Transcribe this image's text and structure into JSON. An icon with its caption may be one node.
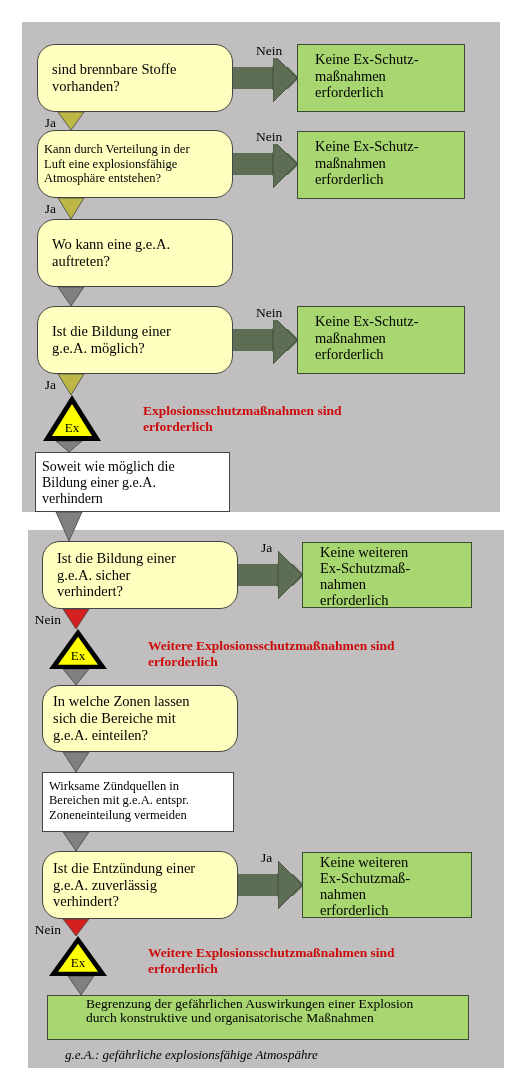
{
  "diagram": {
    "caption": "g.e.A.: gefährliche explosionsfähige Atmospähre",
    "nodes": [
      {
        "text": [
          "sind brennbare Stoffe vorhanden?"
        ]
      },
      {
        "text": [
          "Keine Ex-Schutz- maßnahmen erforderlich"
        ]
      },
      {
        "text": [
          "Kann durch Verteilung in der Luft eine explosionsfähige Atmosphäre entstehen?"
        ]
      },
      {
        "text": [
          "Keine Ex-Schutz- maßnahmen erforderlich"
        ]
      },
      {
        "text": [
          "Wo kann eine g.e.A. auftreten?"
        ]
      },
      {
        "text": [
          "Ist die Bildung einer g.e.A. möglich?"
        ]
      },
      {
        "text": [
          "Keine Ex-Schutz- maßnahmen erforderlich"
        ]
      },
      {
        "text": [
          "Ex"
        ]
      },
      {
        "text": [
          "Soweit wie möglich die Bildung einer g.e.A. verhindern"
        ]
      },
      {
        "text": [
          "Ist die Bildung einer g.e.A. sicher verhindert?"
        ]
      },
      {
        "text": [
          "Keine weiteren Ex-Schutzmaß- nahmen erforderlich"
        ]
      },
      {
        "text": [
          "Ex"
        ]
      },
      {
        "text": [
          "In welche Zonen lassen sich die Bereiche mit g.e.A. einteilen?"
        ]
      },
      {
        "text": [
          "Wirksame Zündquellen in Bereichen mit g.e.A. entspr. Zoneneinteilung vermeiden"
        ]
      },
      {
        "text": [
          "Ist die Entzündung einer g.e.A. zuverlässig verhindert?"
        ]
      },
      {
        "text": [
          "Keine weiteren Ex-Schutzmaß- nahmen erforderlich"
        ]
      },
      {
        "text": [
          "Ex"
        ]
      },
      {
        "text": [
          "Begrenzung der gefährlichen Auswirkungen einer Explosion durch konstruktive und organisatorische Maßnahmen"
        ]
      }
    ],
    "edges": [
      {
        "from": 0,
        "to": 1,
        "arrow": "to",
        "label": "Nein",
        "style": "thick",
        "color": "#5e6e55"
      },
      {
        "from": 0,
        "to": 2,
        "arrow": "to",
        "label": "Ja",
        "color": "#bdb845"
      },
      {
        "from": 2,
        "to": 3,
        "arrow": "to",
        "label": "Nein",
        "style": "thick",
        "color": "#5e6e55"
      },
      {
        "from": 2,
        "to": 4,
        "arrow": "to",
        "label": "Ja",
        "color": "#bdb845"
      },
      {
        "from": 4,
        "to": 5,
        "arrow": "to"
      },
      {
        "from": 5,
        "to": 6,
        "arrow": "to",
        "label": "Nein",
        "style": "thick",
        "color": "#5e6e55"
      },
      {
        "from": 5,
        "to": 7,
        "arrow": "to",
        "label": "Ja",
        "color": "#bdb845"
      },
      {
        "from": 7,
        "to": 8,
        "arrow": "to"
      },
      {
        "from": 8,
        "to": 9,
        "arrow": "to"
      },
      {
        "from": 9,
        "to": 10,
        "arrow": "to",
        "label": "Ja",
        "style": "thick",
        "color": "#5e6e55"
      },
      {
        "from": 9,
        "to": 11,
        "arrow": "to",
        "label": "Nein",
        "color": "#d42020"
      },
      {
        "from": 11,
        "to": 12,
        "arrow": "to"
      },
      {
        "from": 12,
        "to": 13,
        "arrow": "to"
      },
      {
        "from": 13,
        "to": 14,
        "arrow": "to"
      },
      {
        "from": 14,
        "to": 15,
        "arrow": "to",
        "label": "Ja",
        "style": "thick",
        "color": "#5e6e55"
      },
      {
        "from": 14,
        "to": 16,
        "arrow": "to",
        "label": "Nein",
        "color": "#d42020"
      },
      {
        "from": 16,
        "to": 17,
        "arrow": "to"
      }
    ],
    "labels": [
      "Explosionsschutzmaßnahmen sind erforderlich",
      "Weitere Explosionsschutzmaßnahmen sind erforderlich",
      "Weitere Explosionsschutzmaßnahmen sind erforderlich"
    ]
  }
}
